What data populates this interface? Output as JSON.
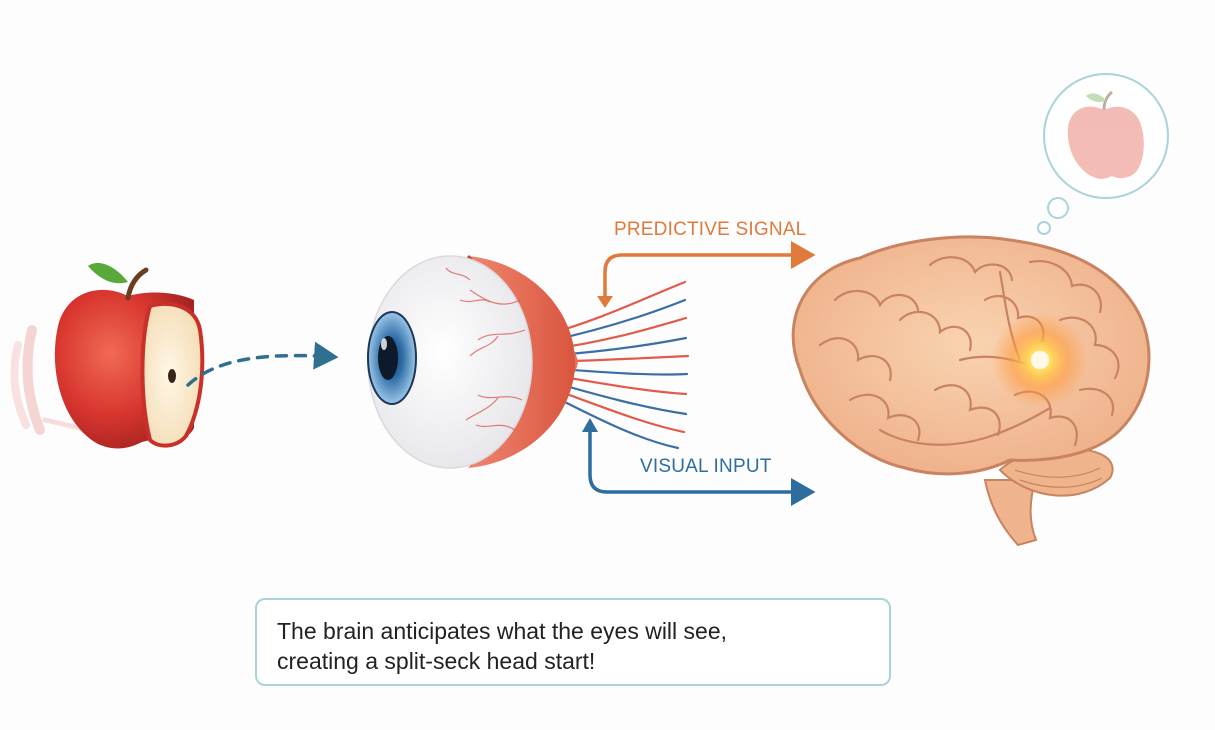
{
  "labels": {
    "predictive_signal": "PREDICTIVE SIGNAL",
    "visual_input": "VISUAL INPUT"
  },
  "caption": {
    "line1": "The brain anticipates what the eyes will see,",
    "line2": "creating a split-seck head start!"
  },
  "colors": {
    "predictive": "#e07a3c",
    "visual": "#2e6e9e",
    "dashed_path": "#2f6f8f",
    "caption_border": "#a9d3db",
    "apple_red": "#d8362f",
    "brain": "#f2bf97",
    "glow": "#ffb13b"
  }
}
